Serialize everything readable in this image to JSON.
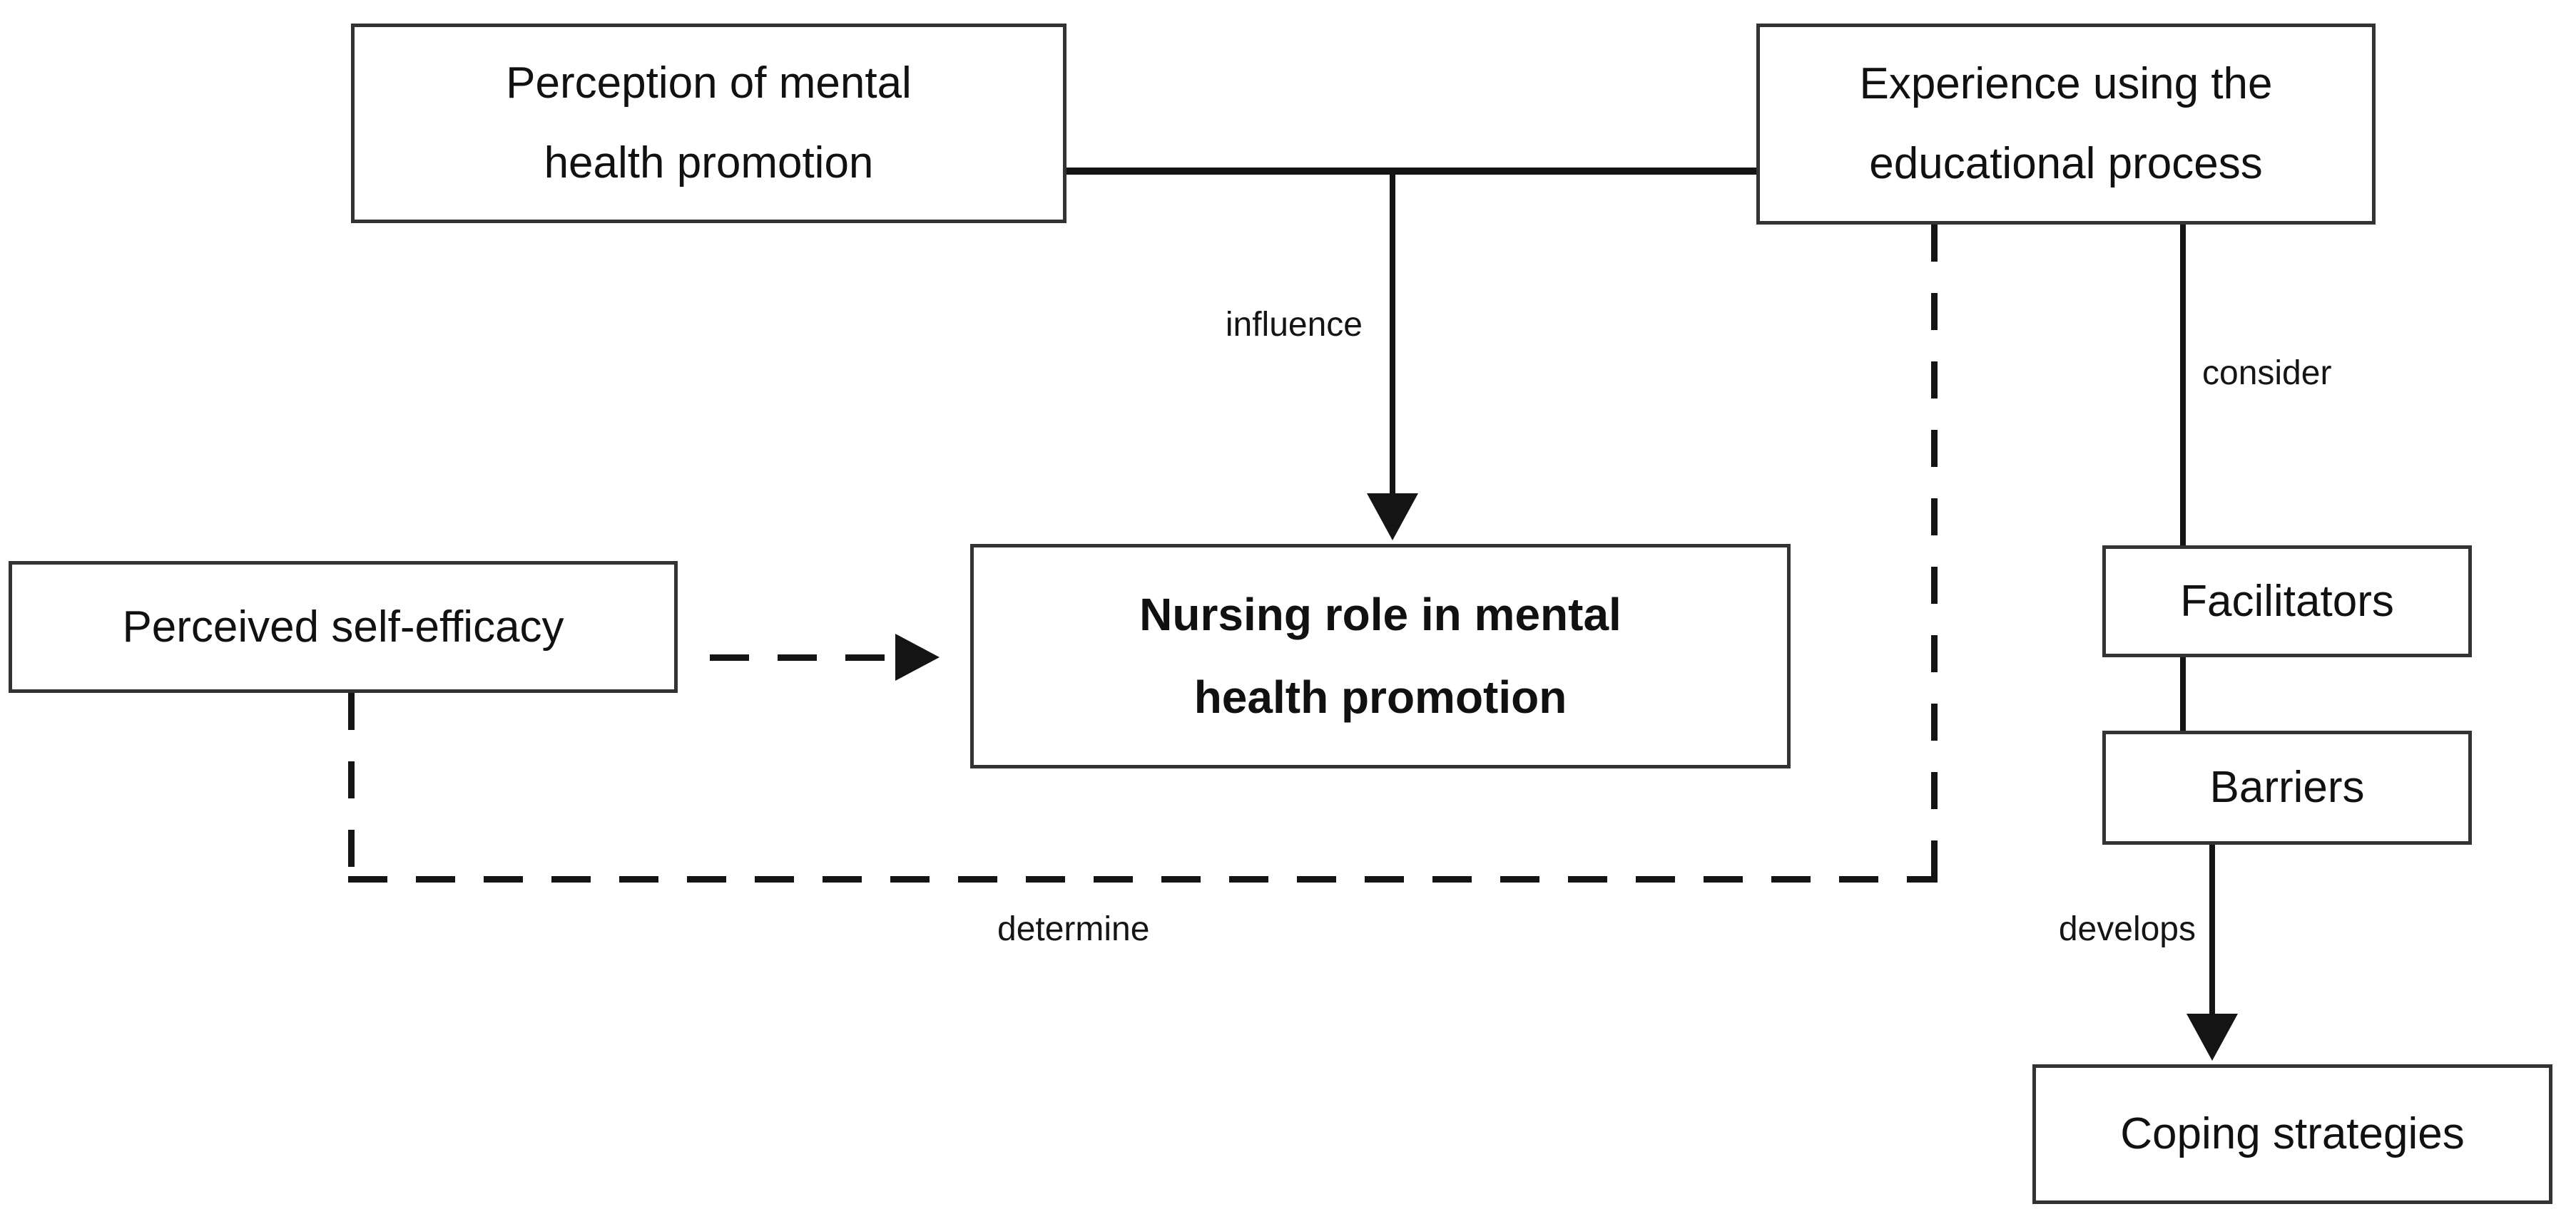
{
  "diagram": {
    "nodes": {
      "perception": {
        "lines": [
          "Perception of mental",
          "health promotion"
        ]
      },
      "experience": {
        "lines": [
          "Experience using the",
          "educational process"
        ]
      },
      "self_efficacy": {
        "lines": [
          "Perceived self-efficacy"
        ]
      },
      "nursing_role": {
        "lines": [
          "Nursing role in mental",
          "health promotion"
        ]
      },
      "facilitators": {
        "lines": [
          "Facilitators"
        ]
      },
      "barriers": {
        "lines": [
          "Barriers"
        ]
      },
      "coping": {
        "lines": [
          "Coping strategies"
        ]
      }
    },
    "edge_labels": {
      "influence": "influence",
      "consider": "consider",
      "determine": "determine",
      "develops": "develops"
    },
    "colors": {
      "background": "#ffffff",
      "box_border": "#333333",
      "line": "#141414",
      "text": "#111111"
    }
  }
}
